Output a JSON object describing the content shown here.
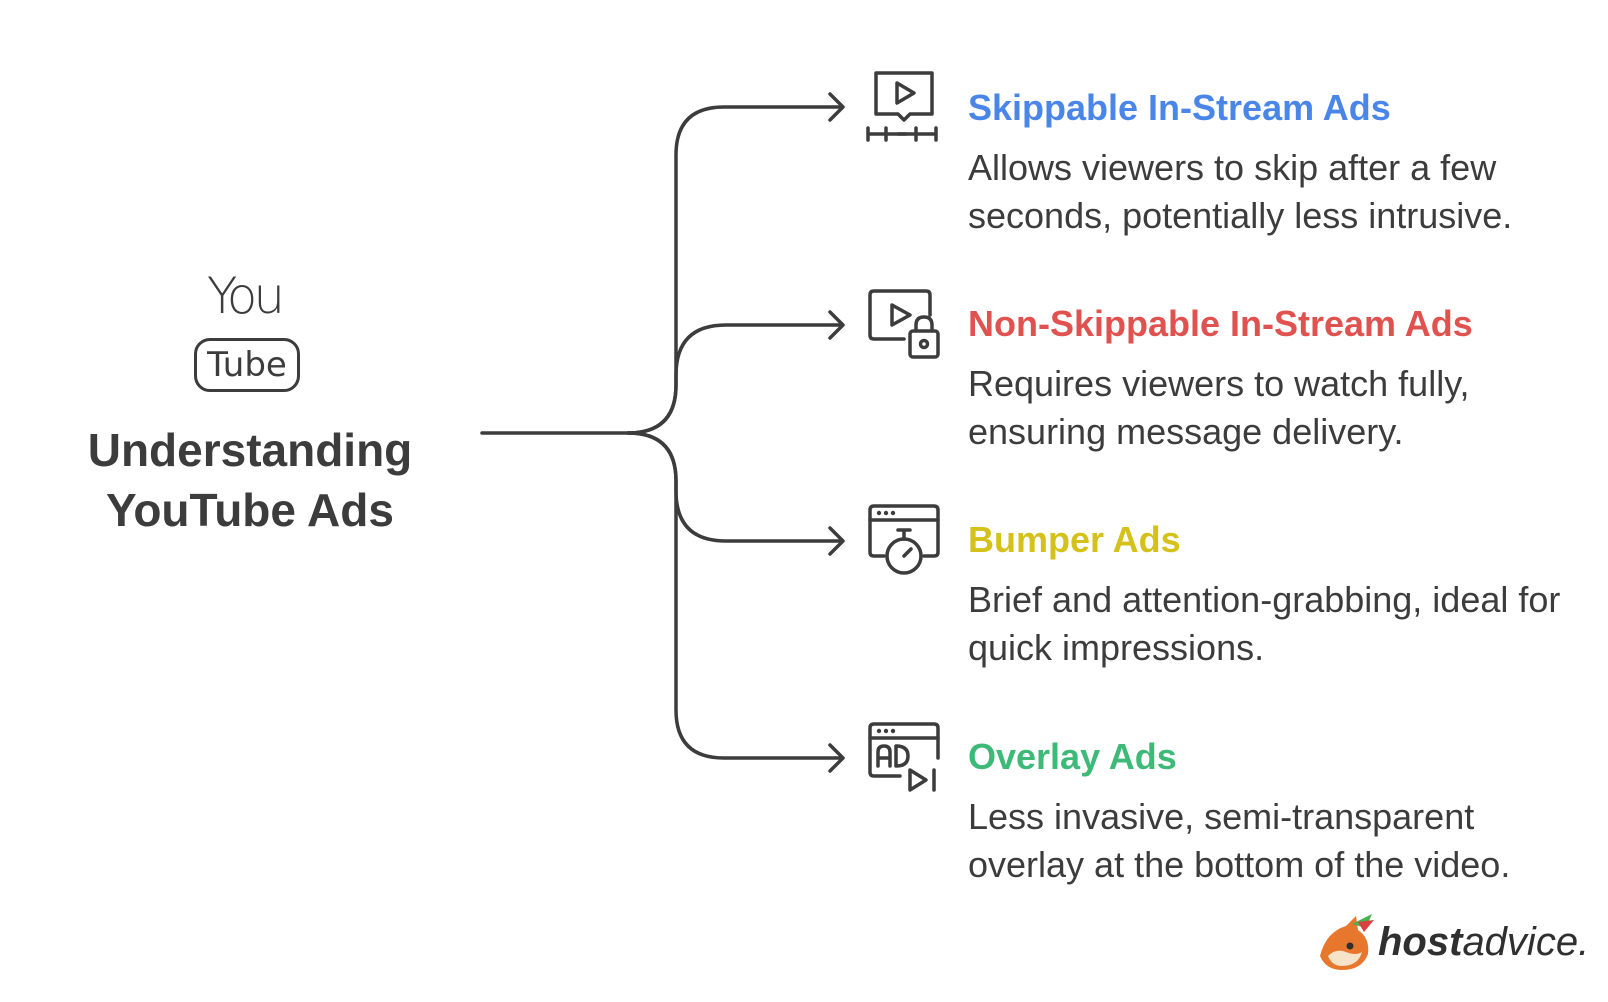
{
  "logo": {
    "you": "You",
    "tube": "Tube"
  },
  "title": "Understanding YouTube Ads",
  "items": [
    {
      "title": "Skippable In-Stream Ads",
      "color": "#4a86e8",
      "description": "Allows viewers to skip after a few seconds, potentially less intrusive.",
      "icon": "video-skip-icon"
    },
    {
      "title": "Non-Skippable In-Stream Ads",
      "color": "#e0524f",
      "description": "Requires viewers to watch fully, ensuring message delivery.",
      "icon": "video-lock-icon"
    },
    {
      "title": "Bumper Ads",
      "color": "#d4c11a",
      "description": "Brief and attention-grabbing, ideal for quick impressions.",
      "icon": "browser-stopwatch-icon"
    },
    {
      "title": "Overlay Ads",
      "color": "#3dba78",
      "description": "Less invasive, semi-transparent overlay at the bottom of the video.",
      "icon": "browser-ad-play-icon"
    }
  ],
  "brand": {
    "name_bold": "host",
    "name_regular": "advice."
  }
}
